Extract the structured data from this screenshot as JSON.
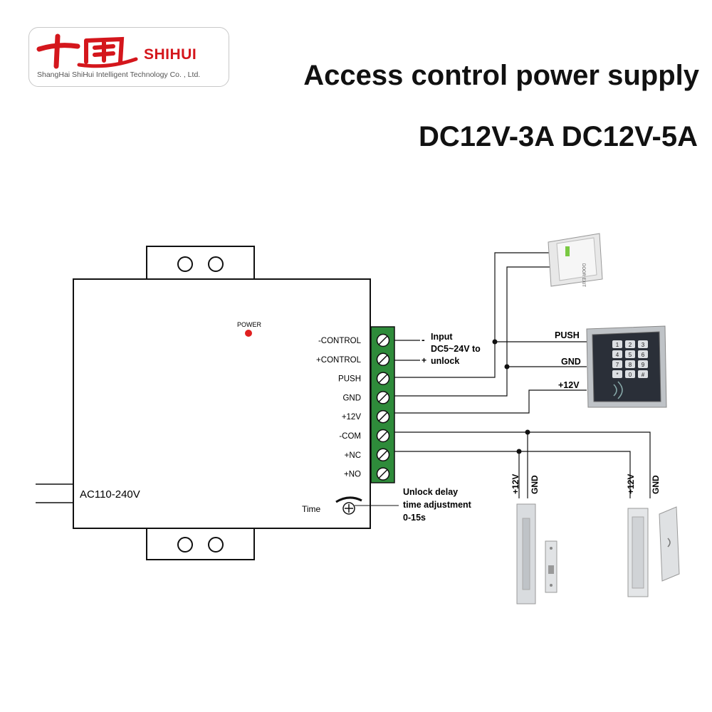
{
  "header": {
    "logo_brand": "SHIHUI",
    "logo_company": "ShangHai ShiHui Intelligent Technology Co. , Ltd.",
    "title": "Access control power supply",
    "subtitle": "DC12V-3A DC12V-5A"
  },
  "power_supply": {
    "power_led_label": "POWER",
    "mains_label": "AC110-240V",
    "time_label": "Time",
    "terminals": [
      "-CONTROL",
      "+CONTROL",
      "PUSH",
      "GND",
      "+12V",
      "-COM",
      "+NC",
      "+NO"
    ]
  },
  "annotations": {
    "control_input": [
      "Input",
      "DC5~24V to",
      "unlock"
    ],
    "minus_sign": "-",
    "plus_sign": "+",
    "unlock_delay": [
      "Unlock delay",
      "time adjustment",
      "0-15s"
    ]
  },
  "keypad": {
    "push_label": "PUSH",
    "gnd_label": "GND",
    "v12_label": "+12V",
    "keys": [
      "1",
      "2",
      "3",
      "4",
      "5",
      "6",
      "7",
      "8",
      "9",
      "*",
      "0",
      "#"
    ]
  },
  "locks": {
    "bolt_v12": "+12V",
    "bolt_gnd": "GND",
    "mag_v12": "+12V",
    "mag_gnd": "GND"
  },
  "colors": {
    "terminal_block": "#2e8b3a",
    "logo_red": "#d4161c",
    "power_led": "#e02020"
  }
}
